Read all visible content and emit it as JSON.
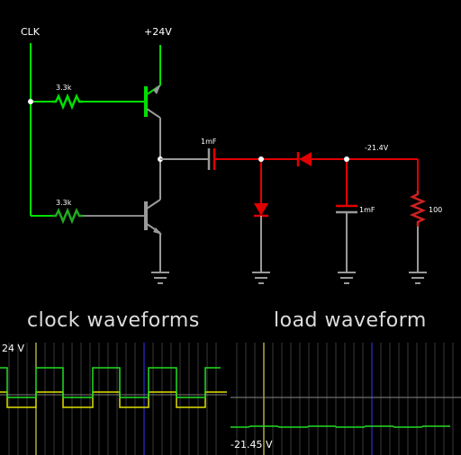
{
  "circuit": {
    "clk_label": "CLK",
    "supply_label": "+24V",
    "r1_label": "3.3k",
    "r2_label": "3.3k",
    "c1_label": "1mF",
    "c2_label": "1mF",
    "load_label": "100",
    "node_voltage": "-21.4V"
  },
  "scopes": [
    {
      "title": "clock waveforms",
      "max_label": "24 V"
    },
    {
      "title": "load waveform",
      "min_label": "-21.45 V"
    }
  ],
  "colors": {
    "active_green": "#00e000",
    "negative_red": "#e00000",
    "neutral_gray": "#9a9a9a",
    "square_green": "#22dd22",
    "square_yellow": "#e0e000",
    "cursor_blue": "#3333ff",
    "cursor_yellow": "#ffff66"
  }
}
